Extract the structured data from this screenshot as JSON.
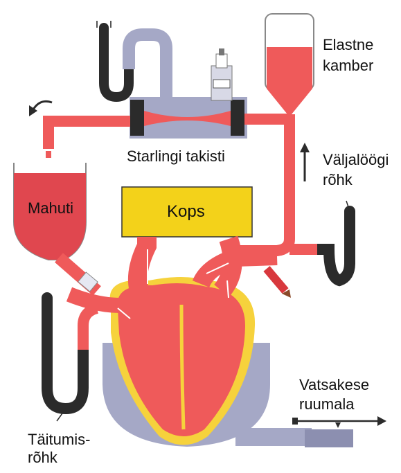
{
  "labels": {
    "elastne_kamber_line1": "Elastne",
    "elastne_kamber_line2": "kamber",
    "starlingi_takisti": "Starlingi takisti",
    "valjaloogi_line1": "Väljalöögi",
    "valjaloogi_line2": "rõhk",
    "mahuti": "Mahuti",
    "kops": "Kops",
    "vatsakese_line1": "Vatsakese",
    "vatsakese_line2": "ruumala",
    "taitumis_line1": "Täitumis-",
    "taitumis_line2": "rõhk"
  },
  "colors": {
    "blood": "#ef5a5a",
    "blood_dark": "#d8383d",
    "reservoir": "#e0474f",
    "tube_dark": "#2b2b2b",
    "lung": "#f3d21a",
    "heart_yellow": "#f6d23c",
    "housing": "#a5a8c6",
    "housing_dark": "#8c8fb0"
  }
}
